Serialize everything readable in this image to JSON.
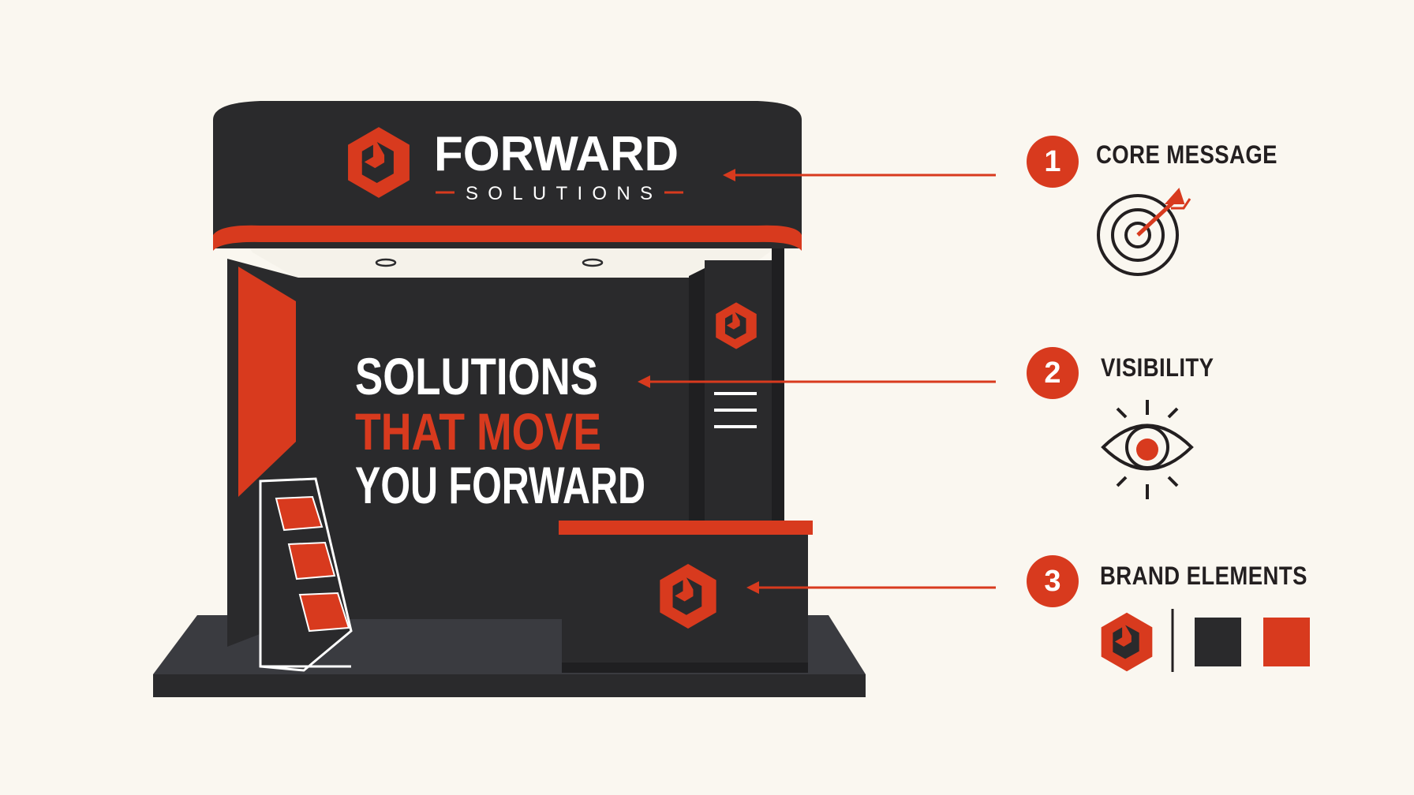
{
  "booth": {
    "brand_name": "FORWARD",
    "brand_sub": "SOLUTIONS",
    "headline_line1": "SOLUTIONS",
    "headline_line2": "THAT MOVE",
    "headline_line3": "YOU FORWARD"
  },
  "callouts": [
    {
      "number": "1",
      "label": "CORE MESSAGE",
      "icon": "target-icon"
    },
    {
      "number": "2",
      "label": "VISIBILITY",
      "icon": "eye-icon"
    },
    {
      "number": "3",
      "label": "BRAND ELEMENTS",
      "icon": "brand-swatches"
    }
  ],
  "colors": {
    "background": "#faf7f0",
    "booth_dark": "#2a2a2c",
    "accent": "#d83a1e",
    "text_light": "#ffffff",
    "floor": "#3a3b40",
    "swatch_dark": "#2a2a2c",
    "swatch_accent": "#d83a1e"
  }
}
